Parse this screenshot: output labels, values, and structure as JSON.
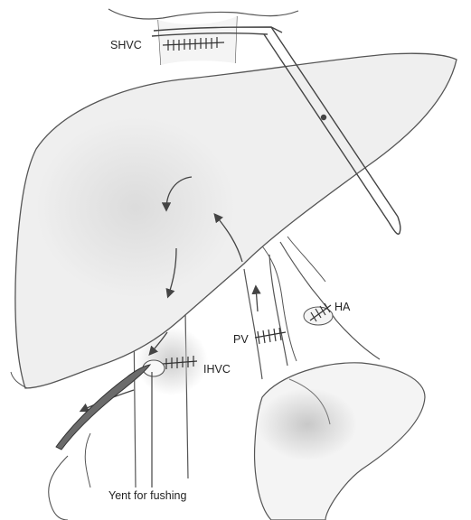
{
  "labels": {
    "shvc": "SHVC",
    "ha": "HA",
    "pv": "PV",
    "ihvc": "IHVC",
    "vent": "Yent for fushing"
  },
  "colors": {
    "outline": "#555555",
    "liver_fill": "#eeeeee",
    "vessel_fill": "#f4f4f4",
    "shading": "#cfcfcf",
    "catheter": "#6b6b6b",
    "suture": "#333333"
  },
  "icons": {
    "clamp": "vascular-clamp-icon",
    "flow_arrow": "flow-arrow-icon"
  }
}
